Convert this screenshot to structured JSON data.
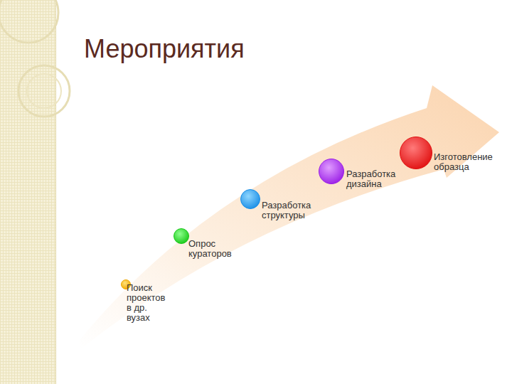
{
  "diagram": {
    "title": "Мероприятия",
    "nodes": [
      {
        "text": [
          "Поиск проектов в др. вузах"
        ]
      },
      {
        "text": [
          "Опрос кураторов"
        ]
      },
      {
        "text": [
          "Разработка структуры"
        ]
      },
      {
        "text": [
          "Разработка дизайна"
        ]
      },
      {
        "text": [
          "Изготовление образца"
        ]
      }
    ]
  }
}
